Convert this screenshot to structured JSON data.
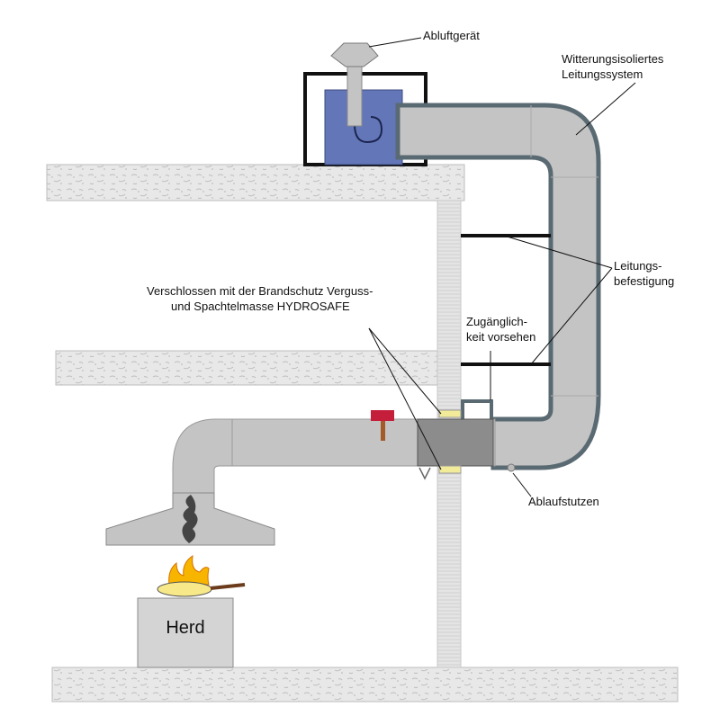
{
  "labels": {
    "exhaust_unit": "Abluftgerät",
    "weather_insulated_1": "Witterungsisoliertes",
    "weather_insulated_2": "Leitungssystem",
    "fastening_1": "Leitungs-",
    "fastening_2": "befestigung",
    "sealed_1": "Verschlossen mit der Brandschutz Verguss-",
    "sealed_2": "und Spachtelmasse HYDROSAFE",
    "access_1": "Zugänglich-",
    "access_2": "keit vorsehen",
    "drain": "Ablaufstutzen",
    "stove": "Herd"
  },
  "colors": {
    "concrete": "#e6e6e6",
    "duct": "#c4c4c4",
    "duct_edge": "#9a9a9a",
    "insulation": "#5a6a72",
    "fan_box": "#6377b8",
    "seal": "#f2ec9a",
    "damper": "#c41e3a",
    "flame": "#f7b500"
  }
}
